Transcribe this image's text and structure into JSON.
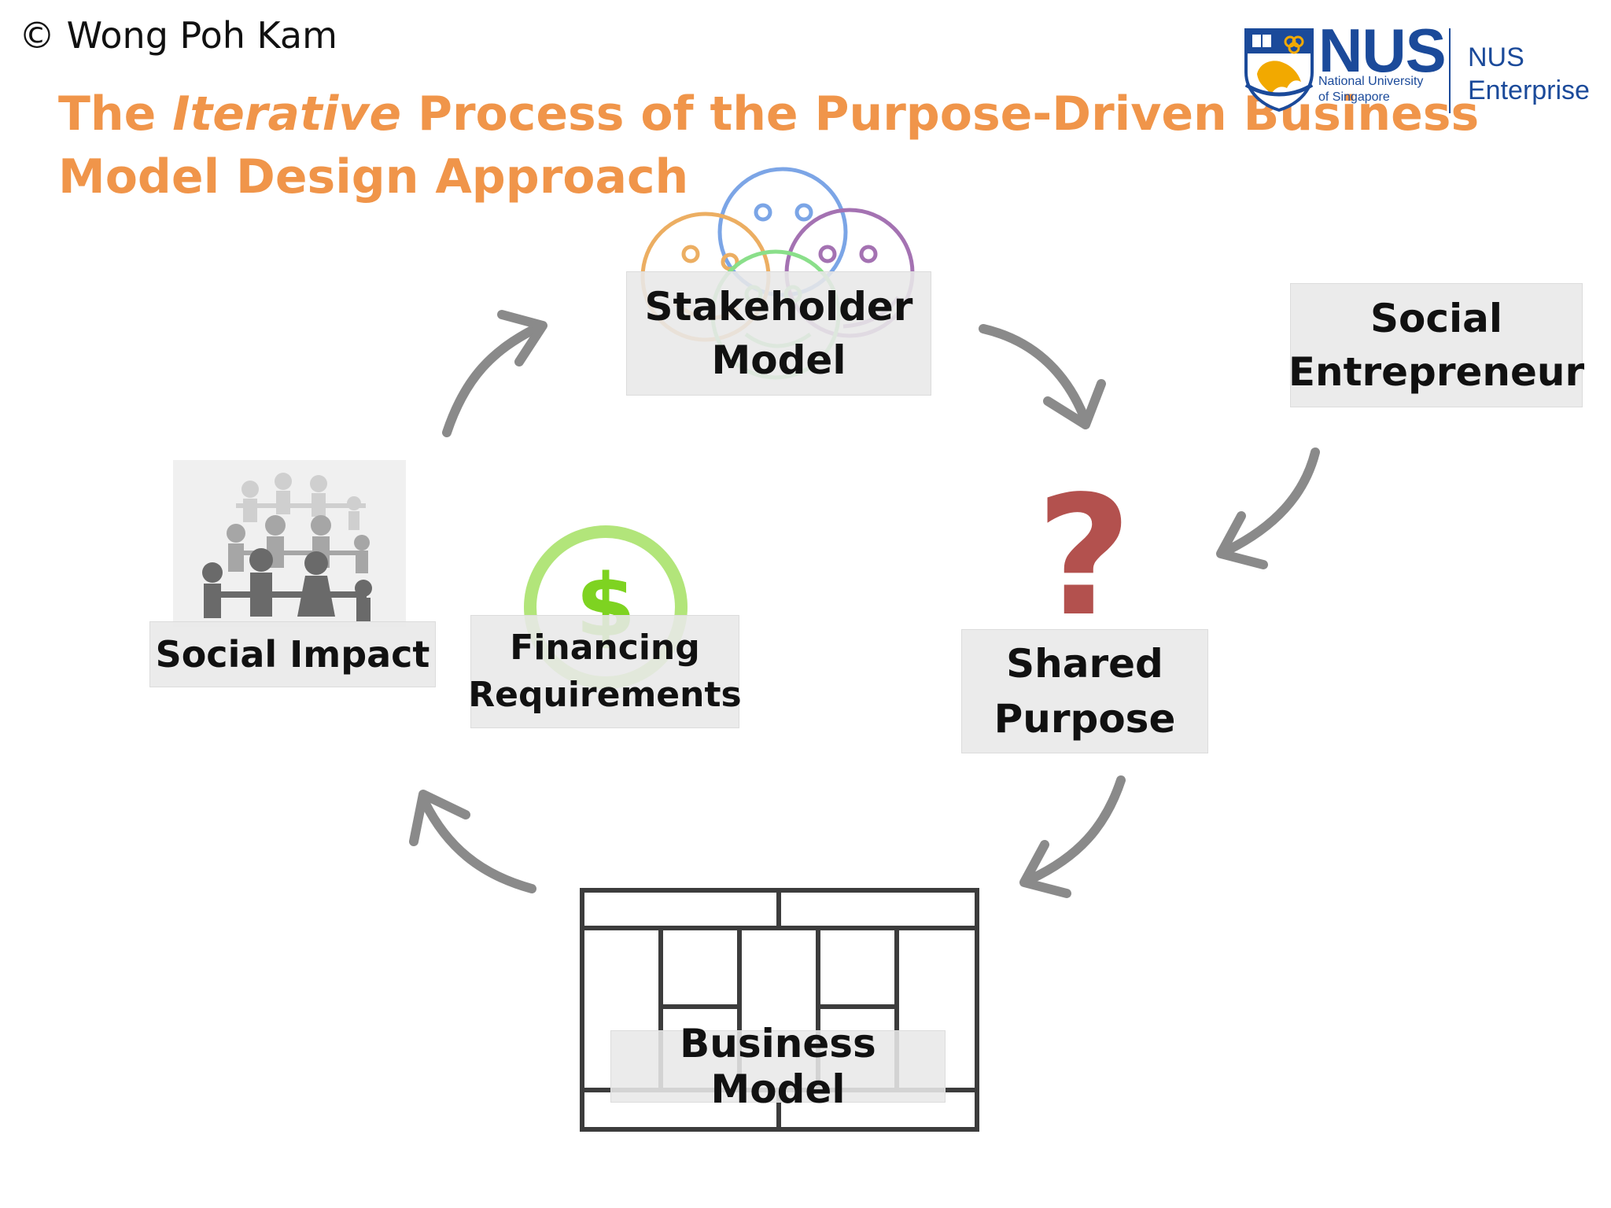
{
  "copyright": "© Wong Poh Kam",
  "title": {
    "before": "The ",
    "italic": "Iterative",
    "after": " Process of the Purpose-Driven Business",
    "line2": "Model Design Approach"
  },
  "logo": {
    "acronym": "NUS",
    "university_line1": "National University",
    "university_line2": "of Singapore",
    "unit_line1": "NUS",
    "unit_line2": "Enterprise"
  },
  "nodes": {
    "stakeholder_line1": "Stakeholder",
    "stakeholder_line2": "Model",
    "social_entrepreneur_line1": "Social",
    "social_entrepreneur_line2": "Entrepreneur",
    "shared_purpose_line1": "Shared",
    "shared_purpose_line2": "Purpose",
    "social_impact": "Social Impact",
    "financing_line1": "Financing",
    "financing_line2": "Requirements",
    "business_model": "Business Model"
  },
  "icons": {
    "question_mark": "?",
    "dollar": "$"
  },
  "colors": {
    "title_orange": "#f0954a",
    "nus_blue": "#1b4a9a",
    "arrow_gray": "#8a8a8a",
    "question_red": "#b3514e",
    "dollar_green": "#7ed321",
    "face_orange": "#e89a3c",
    "face_blue": "#5b8fe0",
    "face_purple": "#8e4fa0",
    "face_green": "#6dd86d"
  }
}
